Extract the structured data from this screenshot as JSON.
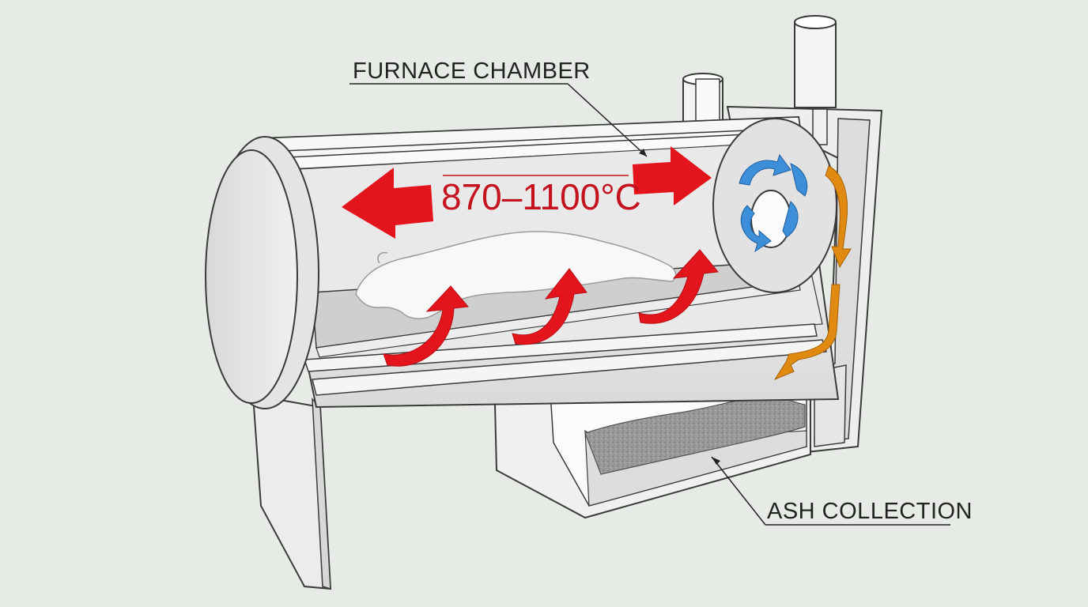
{
  "labels": {
    "furnace_chamber": "FURNACE CHAMBER",
    "ash_collection": "ASH COLLECTION",
    "temperature": "870–1100°C"
  },
  "colors": {
    "background": "#e6ebe6",
    "heat_arrow": "#e3141b",
    "airflow_arrow": "#3d8fd9",
    "exhaust_arrow": "#e08a12",
    "structure": "#f3f3f3",
    "outline": "#3a3a3a",
    "ash": "#8c8c8c"
  },
  "icons": {
    "heat": "curved-heat-arrow",
    "airflow": "circular-airflow-arrows",
    "exhaust": "exhaust-flow-arrow",
    "animal": "dog-silhouette"
  }
}
